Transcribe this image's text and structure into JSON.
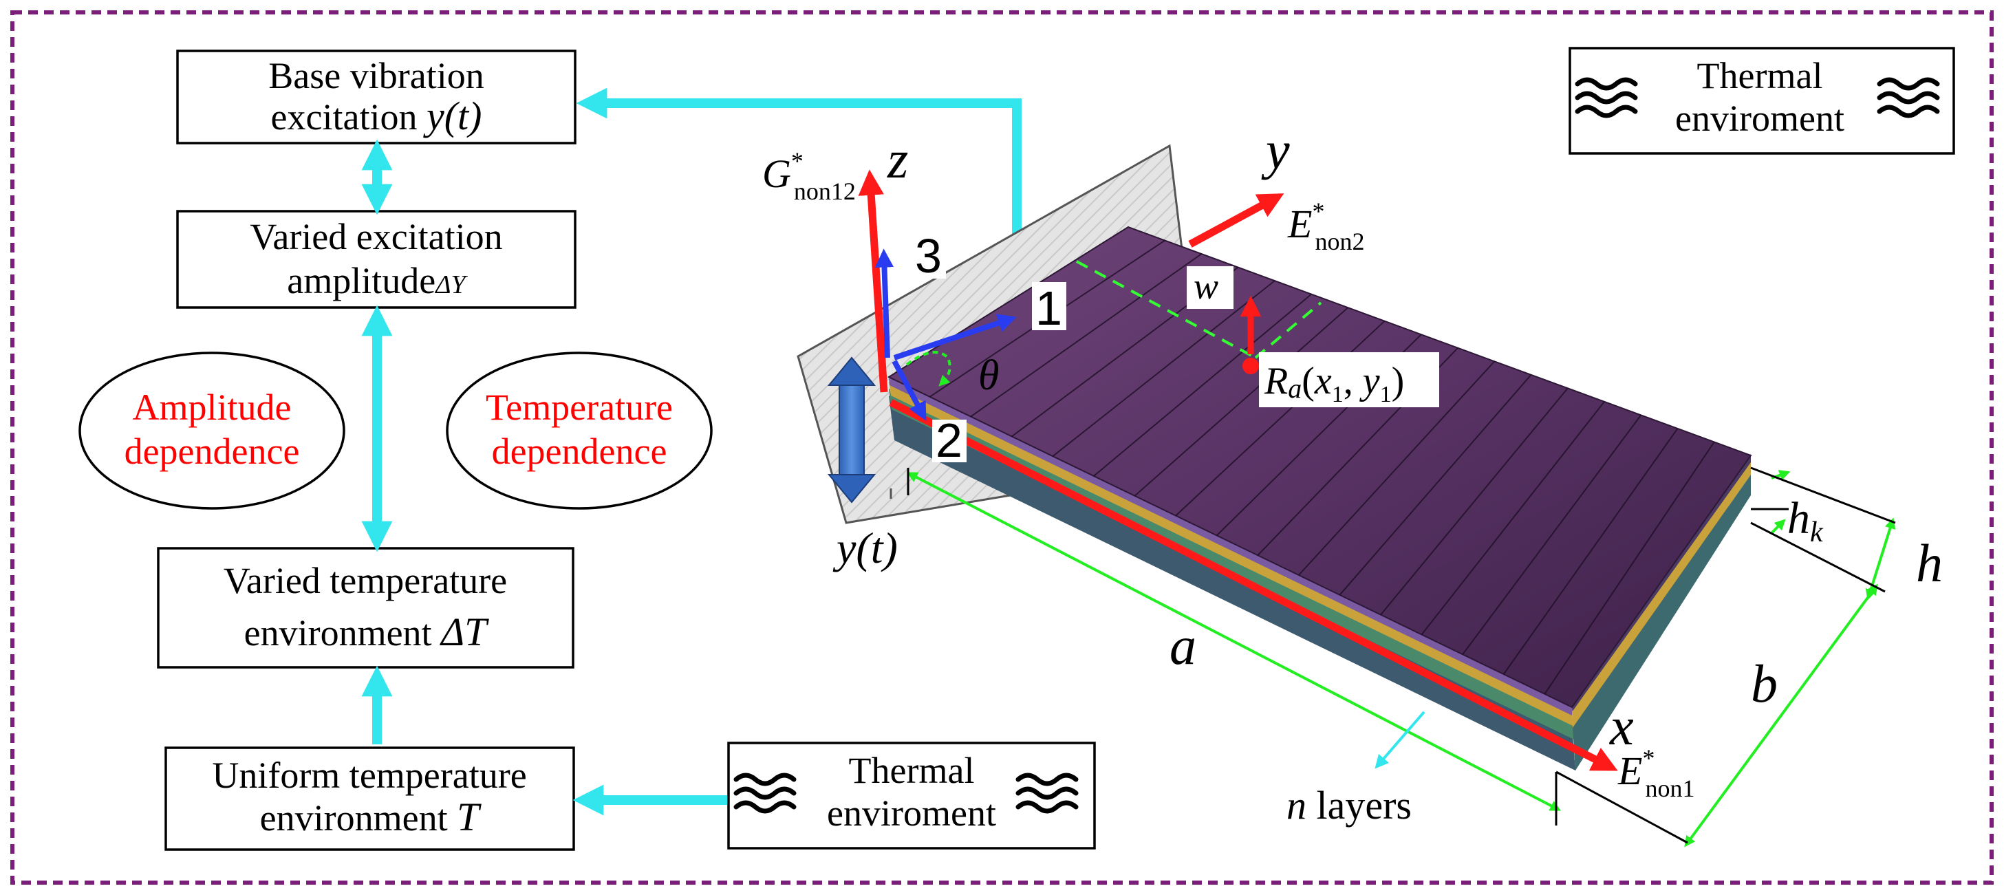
{
  "colors": {
    "frame": "#7a1e7a",
    "arrow_cyan": "#33e6ee",
    "axis_red": "#ff1a1a",
    "axis_blue": "#2a3cf0",
    "dim_green": "#22ee22",
    "plate_purple": "#5a3466",
    "dependence_text": "#ff0000"
  },
  "left_chart": {
    "base_vibration": {
      "line1": "Base vibration",
      "line2": "excitation ",
      "math": "y(t)"
    },
    "varied_amplitude": {
      "line1": "Varied excitation",
      "line2": "amplitude",
      "math": "ΔY"
    },
    "amplitude_dependence": {
      "line1": "Amplitude",
      "line2": "dependence"
    },
    "temperature_dependence": {
      "line1": "Temperature",
      "line2": "dependence"
    },
    "varied_temperature": {
      "line1": "Varied temperature",
      "line2": "environment ",
      "math": "ΔT"
    },
    "uniform_temperature": {
      "line1": "Uniform temperature",
      "line2": "environment ",
      "math": "T"
    },
    "thermal_bottom": {
      "line1": "Thermal",
      "line2": "enviroment"
    }
  },
  "thermal_top": {
    "line1": "Thermal",
    "line2": "enviroment"
  },
  "plate_labels": {
    "g_sym": "G",
    "g_sup": "*",
    "g_sub": "non12",
    "z_axis": "z",
    "y_axis": "y",
    "x_axis": "x",
    "e2_sym": "E",
    "e2_sup": "*",
    "e2_sub": "non2",
    "e1_sym": "E",
    "e1_sup": "*",
    "e1_sub": "non1",
    "axis_1": "1",
    "axis_2": "2",
    "axis_3": "3",
    "theta": "θ",
    "w": "w",
    "ra_r": "R",
    "ra_a": "a",
    "ra_coords_open": "(",
    "ra_x": "x",
    "ra_x_sub": "1",
    "ra_comma": ", ",
    "ra_y": "y",
    "ra_y_sub": "1",
    "ra_close": ")",
    "yt": "y(t)",
    "a": "a",
    "b": "b",
    "h": "h",
    "hk": "h",
    "hk_sub": "k",
    "n": "n",
    "layers": " layers"
  }
}
